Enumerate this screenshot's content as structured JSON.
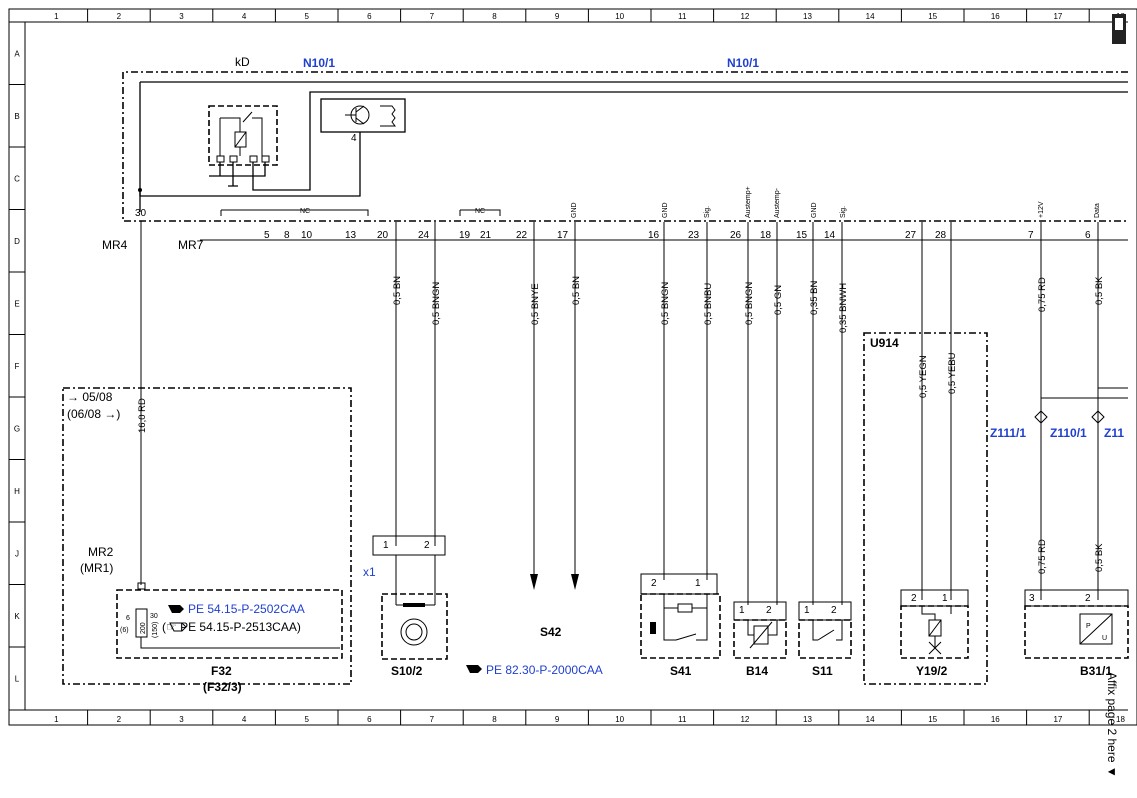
{
  "grid": {
    "columns": [
      "1",
      "2",
      "3",
      "4",
      "5",
      "6",
      "7",
      "8",
      "9",
      "10",
      "11",
      "12",
      "13",
      "14",
      "15",
      "16",
      "17",
      "18"
    ],
    "rows": [
      "A",
      "B",
      "C",
      "D",
      "E",
      "F",
      "G",
      "H",
      "J",
      "K",
      "L"
    ]
  },
  "modules": {
    "kd": "kD",
    "n10_left": "N10/1",
    "n10_right": "N10/1",
    "mr4": "MR4",
    "mr7": "MR7",
    "mr2": "MR2",
    "mr1": "(MR1)",
    "u914": "U914",
    "x1": "x1"
  },
  "n10_pins": {
    "p30": "30",
    "p4": "4",
    "p5": "5",
    "p8": "8",
    "p10": "10",
    "p13": "13",
    "p20": "20",
    "p24": "24",
    "p19": "19",
    "p21": "21",
    "p22": "22",
    "p17": "17",
    "p16": "16",
    "p23": "23",
    "p26": "26",
    "p18": "18",
    "p15": "15",
    "p14": "14",
    "p27": "27",
    "p28": "28",
    "p7": "7",
    "p6": "6",
    "nc1": "NC",
    "nc2": "NC"
  },
  "signal_labels": {
    "gnd1": "GND",
    "gnd2": "GND",
    "sig1": "Sig.",
    "austemp_plus": "Austemp+",
    "austemp_minus": "Austemp-",
    "gnd3": "GND",
    "sig2": "Sig.",
    "plus12v": "+12V",
    "data": "Data"
  },
  "wires": {
    "w1": "0,5 BN",
    "w2": "0,5 BNGN",
    "w3": "0,5 BNYE",
    "w4": "0,5 BN",
    "w5": "0,5 BNGN",
    "w6": "0,5 BNBU",
    "w7": "0,5 BNGN",
    "w8": "0,5 GN",
    "w9": "0,35 BN",
    "w10": "0,35 BNWH",
    "w11": "0,75 RD",
    "w12": "0,5 BK",
    "w13": "0,5 YEGN",
    "w14": "0,5 YEBU",
    "w15": "16,0 RD",
    "w16": "0,75 RD",
    "w17": "0,5 BK"
  },
  "f32": {
    "date1": "→ 05/08",
    "date2": "(06/08 →)",
    "label": "F32",
    "label_alt": "(F32/3)",
    "fuse_pin_left": "6",
    "fuse_pin_left_alt": "(6)",
    "fuse_pin_right": "30",
    "fuse_pin_right_alt": "(150)",
    "fuse_value": "200",
    "ref1": "PE 54.15-P-2502CAA",
    "ref2": "(☞ PE 54.15-P-2513CAA)"
  },
  "components": {
    "s10_2": "S10/2",
    "s42": "S42",
    "s42_ref": "PE 82.30-P-2000CAA",
    "s41": "S41",
    "b14": "B14",
    "s11": "S11",
    "y19_2": "Y19/2",
    "b31": "B31/1",
    "z111": "Z111/1",
    "z110": "Z110/1",
    "z11x": "Z11"
  },
  "component_pins": {
    "x1_1": "1",
    "x1_2": "2",
    "s41_2": "2",
    "s41_1": "1",
    "b14_1": "1",
    "b14_2": "2",
    "s11_1": "1",
    "s11_2": "2",
    "y19_2": "2",
    "y19_1": "1",
    "b31_3": "3",
    "b31_2": "2",
    "b31_p": "P",
    "b31_u": "U"
  },
  "margin_note": "Affix page 2 here ▼",
  "colors": {
    "reference_blue": "#1f3fcf",
    "line": "#000000"
  },
  "icons": {
    "ref_pointer": "pointing-hand-icon",
    "page_corner": "page-clip-icon"
  }
}
